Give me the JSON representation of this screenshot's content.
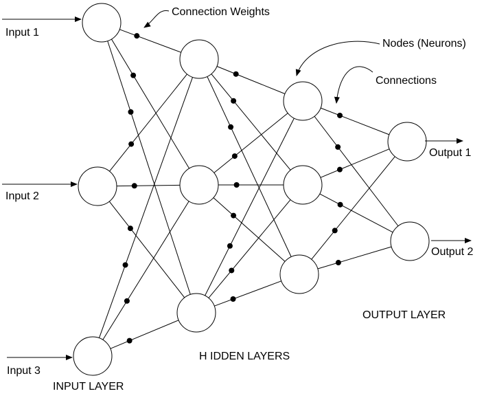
{
  "inputs": [
    "Input 1",
    "Input 2",
    "Input 3"
  ],
  "outputs": [
    "Output 1",
    "Output 2"
  ],
  "callouts": {
    "connection_weights": "Connection Weights",
    "nodes": "Nodes (Neurons)",
    "connections": "Connections"
  },
  "layers": {
    "input": "INPUT LAYER",
    "hidden": "H IDDEN LAYERS",
    "output": "OUTPUT LAYER"
  }
}
